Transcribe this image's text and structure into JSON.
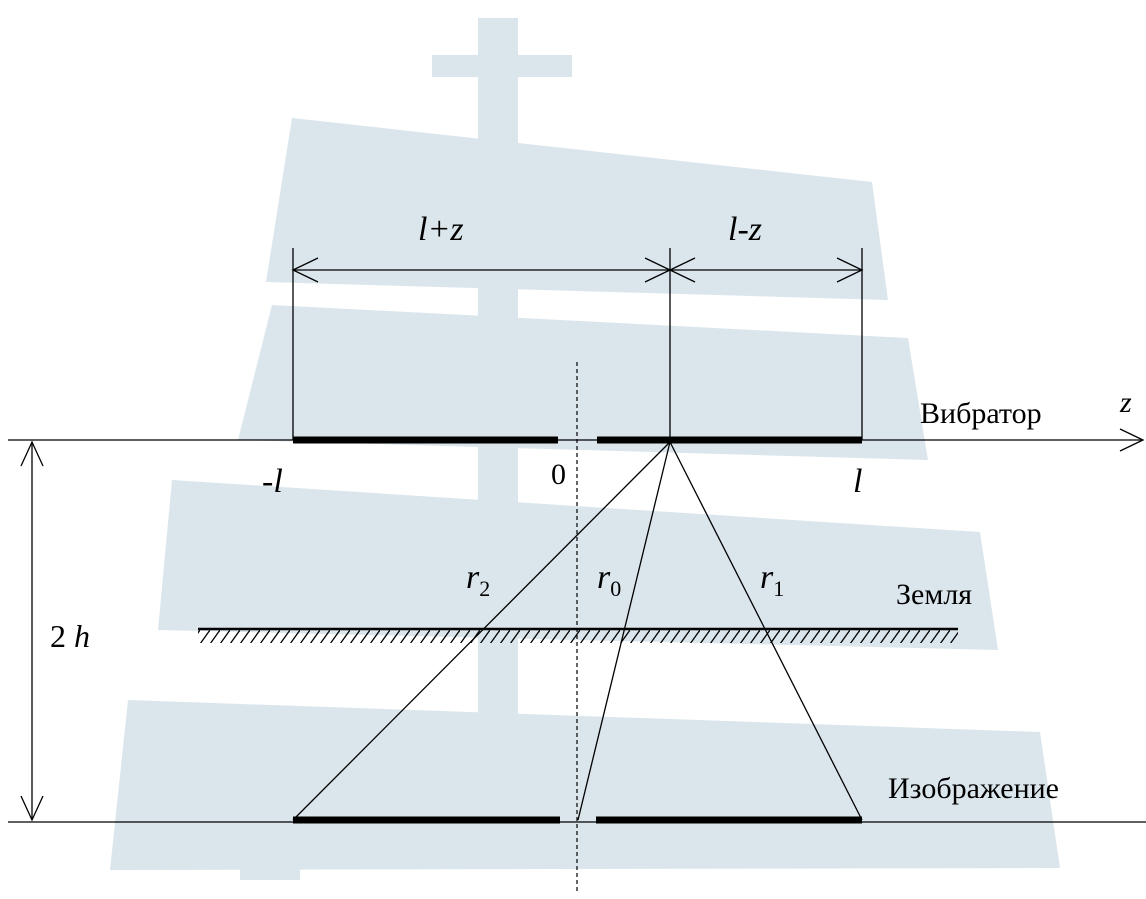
{
  "colors": {
    "watermark": "#dbe6ec",
    "ink": "#000000",
    "background": "#ffffff"
  },
  "labels": {
    "dim_left": "l+z",
    "dim_right": "l-z",
    "axis_z": "z",
    "vibrator": "Вибратор",
    "ground": "Земля",
    "image": "Изображение",
    "tick_minus_l": "-l",
    "tick_zero": "0",
    "tick_l": "l",
    "r2_base": "r",
    "r2_sub": "2",
    "r0_base": "r",
    "r0_sub": "0",
    "r1_base": "r",
    "r1_sub": "1",
    "height_num": "2",
    "height_var": "h"
  },
  "watermark": {
    "icon": "sailing-ship-icon"
  }
}
